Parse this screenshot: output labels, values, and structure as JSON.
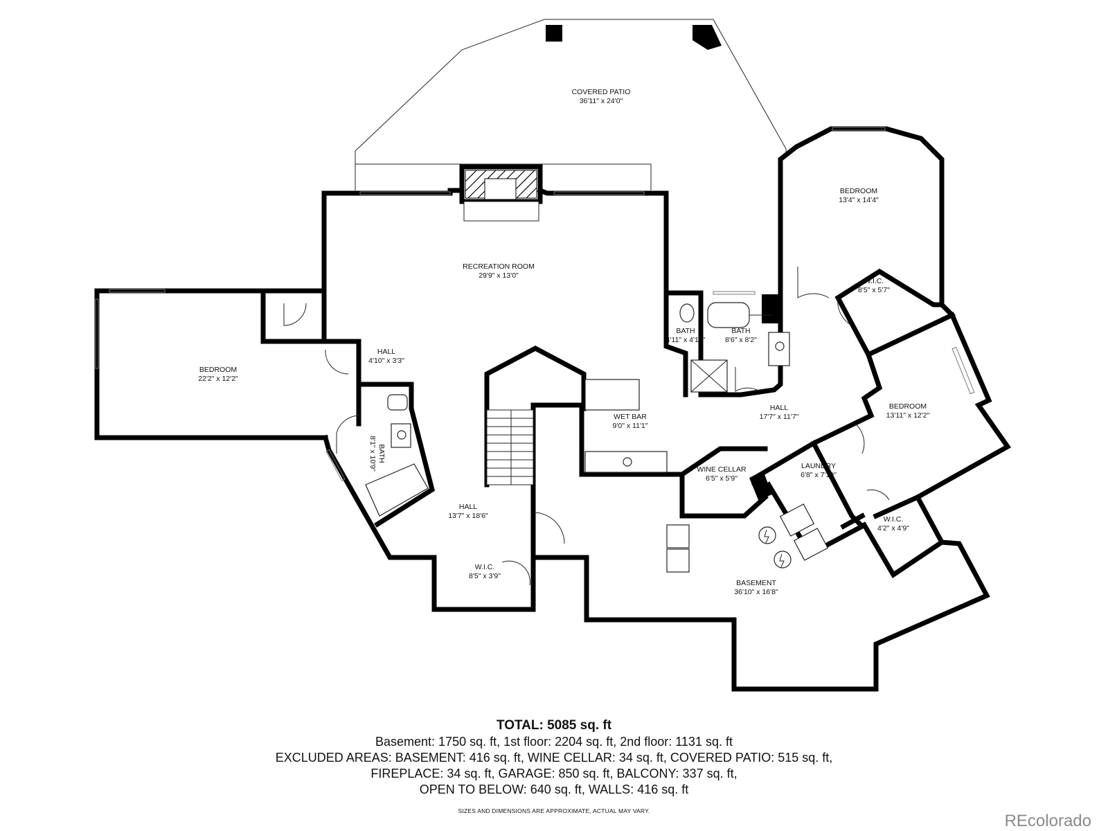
{
  "rooms": [
    {
      "id": "covered-patio",
      "name": "COVERED PATIO",
      "dims": "36'11\" x 24'0\""
    },
    {
      "id": "recreation-room",
      "name": "RECREATION ROOM",
      "dims": "29'9\" x 13'0\""
    },
    {
      "id": "bedroom-east-top",
      "name": "BEDROOM",
      "dims": "13'4\" x 14'4\""
    },
    {
      "id": "bedroom-west",
      "name": "BEDROOM",
      "dims": "22'2\" x 12'2\""
    },
    {
      "id": "hall-small",
      "name": "HALL",
      "dims": "4'10\" x 3'3\""
    },
    {
      "id": "bath-small",
      "name": "BATH",
      "dims": "4'11\" x 4'10\""
    },
    {
      "id": "bath-main",
      "name": "BATH",
      "dims": "8'6\" x 8'2\""
    },
    {
      "id": "wic-east-top",
      "name": "W.I.C.",
      "dims": "8'5\" x 5'7\""
    },
    {
      "id": "bath-west",
      "name": "BATH",
      "dims": "8'1\" x 10'9\""
    },
    {
      "id": "wet-bar",
      "name": "WET BAR",
      "dims": "9'0\" x 11'1\""
    },
    {
      "id": "hall-east",
      "name": "HALL",
      "dims": "17'7\" x 11'7\""
    },
    {
      "id": "bedroom-east-mid",
      "name": "BEDROOM",
      "dims": "13'11\" x 12'2\""
    },
    {
      "id": "wine-cellar",
      "name": "WINE CELLAR",
      "dims": "6'5\" x 5'9\""
    },
    {
      "id": "laundry",
      "name": "LAUNDRY",
      "dims": "6'8\" x 7'10\""
    },
    {
      "id": "hall-central",
      "name": "HALL",
      "dims": "13'7\" x 18'6\""
    },
    {
      "id": "wic-east-bottom",
      "name": "W.I.C.",
      "dims": "4'2\" x 4'9\""
    },
    {
      "id": "wic-south",
      "name": "W.I.C.",
      "dims": "8'5\" x 3'9\""
    },
    {
      "id": "basement",
      "name": "BASEMENT",
      "dims": "36'10\" x 16'8\""
    }
  ],
  "summary": {
    "total": "TOTAL: 5085 sq. ft",
    "floors": "Basement: 1750 sq. ft, 1st floor: 2204 sq. ft, 2nd floor: 1131 sq. ft",
    "excluded_1": "EXCLUDED AREAS: BASEMENT: 416 sq. ft, WINE CELLAR: 34 sq. ft, COVERED PATIO: 515 sq. ft,",
    "excluded_2": "FIREPLACE: 34 sq. ft, GARAGE: 850 sq. ft, BALCONY: 337 sq. ft,",
    "excluded_3": "OPEN TO BELOW: 640 sq. ft, WALLS: 416 sq. ft"
  },
  "disclaimer": "SIZES AND DIMENSIONS ARE APPROXIMATE, ACTUAL MAY VARY.",
  "watermark": "REcolorado"
}
